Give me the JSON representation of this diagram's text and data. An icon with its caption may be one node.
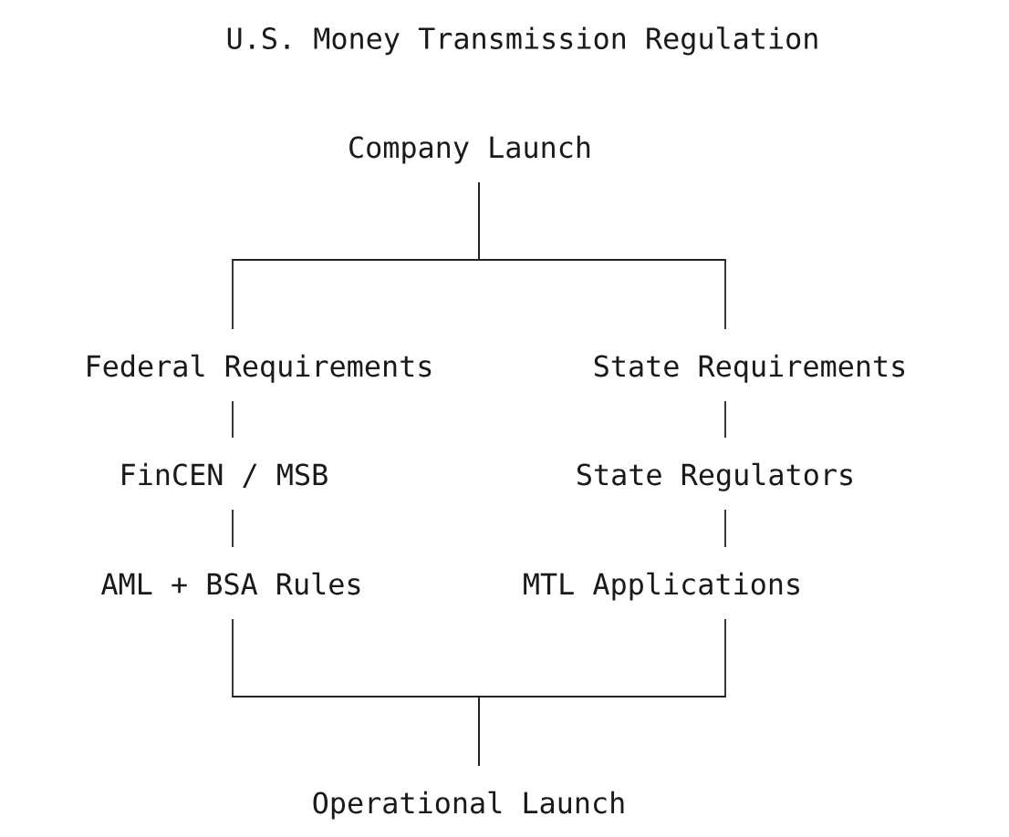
{
  "diagram": {
    "title": "U.S. Money Transmission Regulation",
    "nodes": [
      {
        "text": [
          "Company Launch"
        ]
      },
      {
        "text": [
          "Federal Requirements"
        ]
      },
      {
        "text": [
          "State Requirements"
        ]
      },
      {
        "text": [
          "FinCEN / MSB"
        ]
      },
      {
        "text": [
          "State Regulators"
        ]
      },
      {
        "text": [
          "AML + BSA Rules"
        ]
      },
      {
        "text": [
          "MTL Applications"
        ]
      },
      {
        "text": [
          "Operational Launch"
        ]
      }
    ],
    "edges": [
      {
        "from": 0,
        "to": 1,
        "arrow": "none"
      },
      {
        "from": 0,
        "to": 2,
        "arrow": "none"
      },
      {
        "from": 1,
        "to": 3,
        "arrow": "none"
      },
      {
        "from": 3,
        "to": 5,
        "arrow": "none"
      },
      {
        "from": 2,
        "to": 4,
        "arrow": "none"
      },
      {
        "from": 4,
        "to": 6,
        "arrow": "none"
      },
      {
        "from": 5,
        "to": 7,
        "arrow": "none"
      },
      {
        "from": 6,
        "to": 7,
        "arrow": "none"
      }
    ]
  }
}
